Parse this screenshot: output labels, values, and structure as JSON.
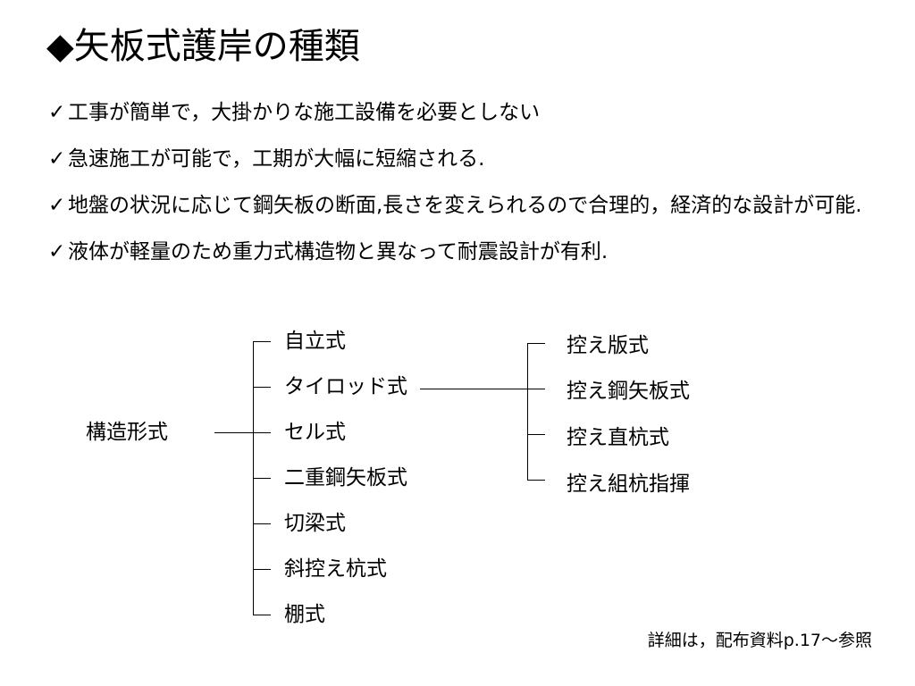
{
  "title": "◆矢板式護岸の種類",
  "check_glyph": "✓",
  "bullets": [
    "工事が簡単で，大掛かりな施工設備を必要としない",
    "急速施工が可能で，工期が大幅に短縮される.",
    "地盤の状況に応じて鋼矢板の断面,長さを変えられるので合理的，経済的な設計が可能.",
    "液体が軽量のため重力式構造物と異なって耐震設計が有利."
  ],
  "tree": {
    "root": "構造形式",
    "types": [
      "自立式",
      "タイロッド式",
      "セル式",
      "二重鋼矢板式",
      "切梁式",
      "斜控え杭式",
      "棚式"
    ],
    "anchors": [
      "控え版式",
      "控え鋼矢板式",
      "控え直杭式",
      "控え組杭指揮"
    ]
  },
  "footnote": "詳細は，配布資料p.17〜参照"
}
